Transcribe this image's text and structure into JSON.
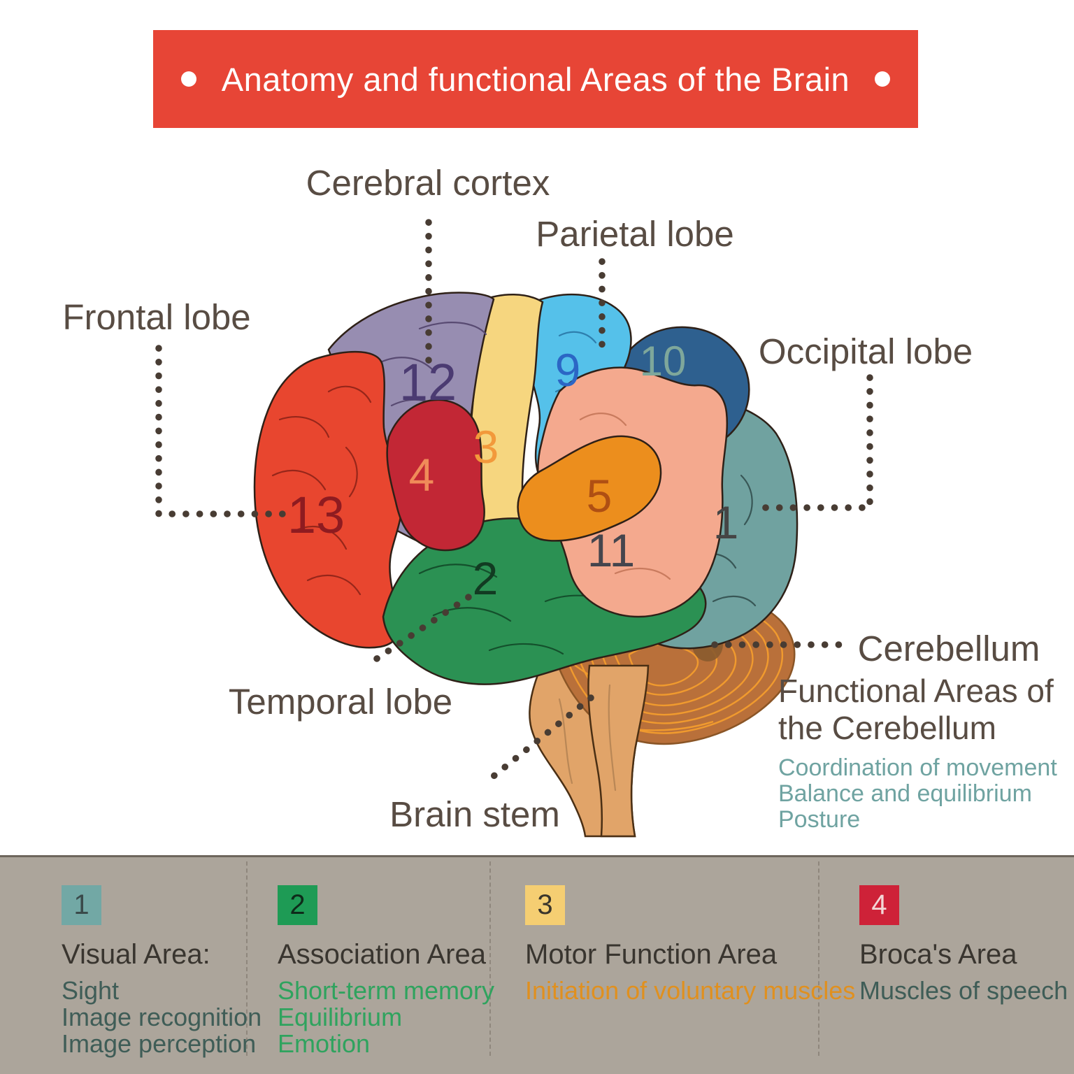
{
  "title": {
    "text": "Anatomy and functional Areas of the Brain"
  },
  "brain_labels": {
    "cerebral_cortex": "Cerebral cortex",
    "parietal_lobe": "Parietal lobe",
    "frontal_lobe": "Frontal lobe",
    "occipital_lobe": "Occipital lobe",
    "cerebellum": "Cerebellum",
    "temporal_lobe": "Temporal lobe",
    "brain_stem": "Brain stem"
  },
  "region_numbers": {
    "n1": "1",
    "n2": "2",
    "n3": "3",
    "n4": "4",
    "n5": "5",
    "n9": "9",
    "n10": "10",
    "n11": "11",
    "n12": "12",
    "n13": "13"
  },
  "number_colors": {
    "n1": "#454545",
    "n2": "#123B22",
    "n3": "#F2993B",
    "n4": "#F08B59",
    "n5": "#AF4F13",
    "n9": "#2B66C5",
    "n10": "#7EA79B",
    "n11": "#45454D",
    "n12": "#4B3B72",
    "n13": "#8E1B20"
  },
  "cerebellum_info": {
    "heading_line1": "Functional Areas of",
    "heading_line2": "the Cerebellum",
    "items": [
      "Coordination of movement",
      "Balance and equilibrium",
      "Posture"
    ]
  },
  "legend": {
    "items": [
      {
        "number": "1",
        "swatch_color": "#72A8A5",
        "number_color": "#3A4A4A",
        "title": "Visual Area:",
        "line_color": "#3F5D57",
        "lines": [
          "Sight",
          "Image recognition",
          "Image perception"
        ]
      },
      {
        "number": "2",
        "swatch_color": "#1E9B55",
        "number_color": "#0E2B1A",
        "title": "Association Area",
        "line_color": "#2FA35E",
        "lines": [
          "Short-term memory",
          "Equilibrium",
          "Emotion"
        ]
      },
      {
        "number": "3",
        "swatch_color": "#F5CE72",
        "number_color": "#3A352C",
        "title": "Motor Function Area",
        "line_color": "#E0901F",
        "lines": [
          "Initiation of voluntary muscles"
        ]
      },
      {
        "number": "4",
        "swatch_color": "#CE2238",
        "number_color": "#F3D6D6",
        "title": "Broca's Area",
        "line_color": "#3F5D57",
        "lines": [
          "Muscles of speech"
        ]
      }
    ]
  },
  "colors": {
    "banner": "#E74536",
    "label_text": "#584C43",
    "leader_dots": "#483C33",
    "red": "#E8462F",
    "purple": "#978DB1",
    "crimson": "#C22735",
    "yellow": "#F6D67F",
    "light_blue": "#55C1EA",
    "dark_blue": "#2E608F",
    "salmon": "#F4A98E",
    "orange": "#EC8E1D",
    "teal": "#70A2A0",
    "green": "#2B9153",
    "cerebellum": "#B9703A",
    "cerebellum_stripe": "#F09A2E",
    "cerebellum_spot": "#8A5B2F",
    "brain_stem": "#E1A469",
    "legend_bg": "#ACA59B",
    "cerebellum_text": "#6FA3A1"
  }
}
